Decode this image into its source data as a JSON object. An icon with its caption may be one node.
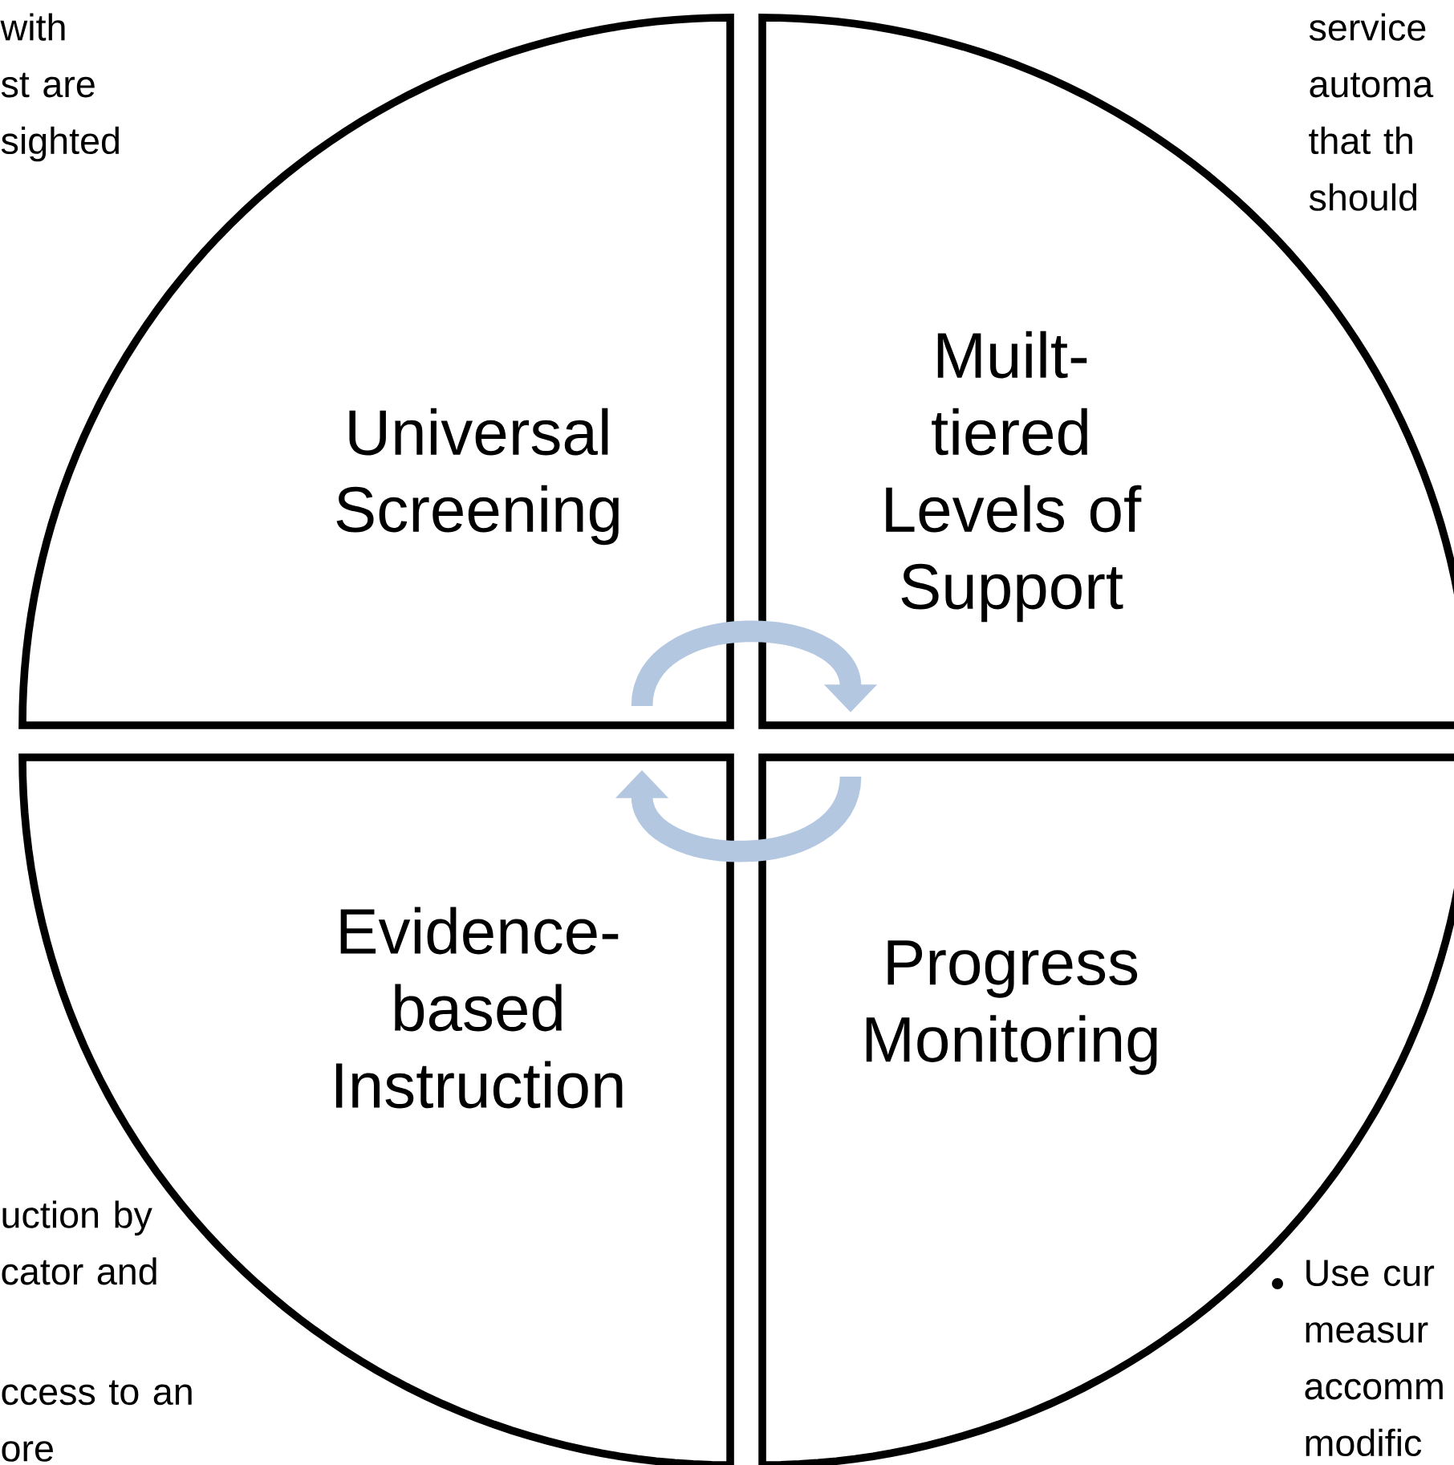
{
  "diagram": {
    "nodes": [
      {
        "text": [
          "Universal Screening"
        ]
      },
      {
        "text": [
          "Muilt- tiered Levels of Support"
        ]
      },
      {
        "text": [
          "Evidence- based Instruction"
        ]
      },
      {
        "text": [
          "Progress Monitoring"
        ]
      }
    ],
    "edges": [
      {
        "from": 0,
        "to": 1,
        "arrow": "to"
      },
      {
        "from": 3,
        "to": 2,
        "arrow": "to"
      }
    ],
    "labels": [
      "with st are sighted",
      "service automa that th should",
      "uction by cator and",
      "Use cur measur accomm modific",
      "ccess to an ore"
    ]
  }
}
